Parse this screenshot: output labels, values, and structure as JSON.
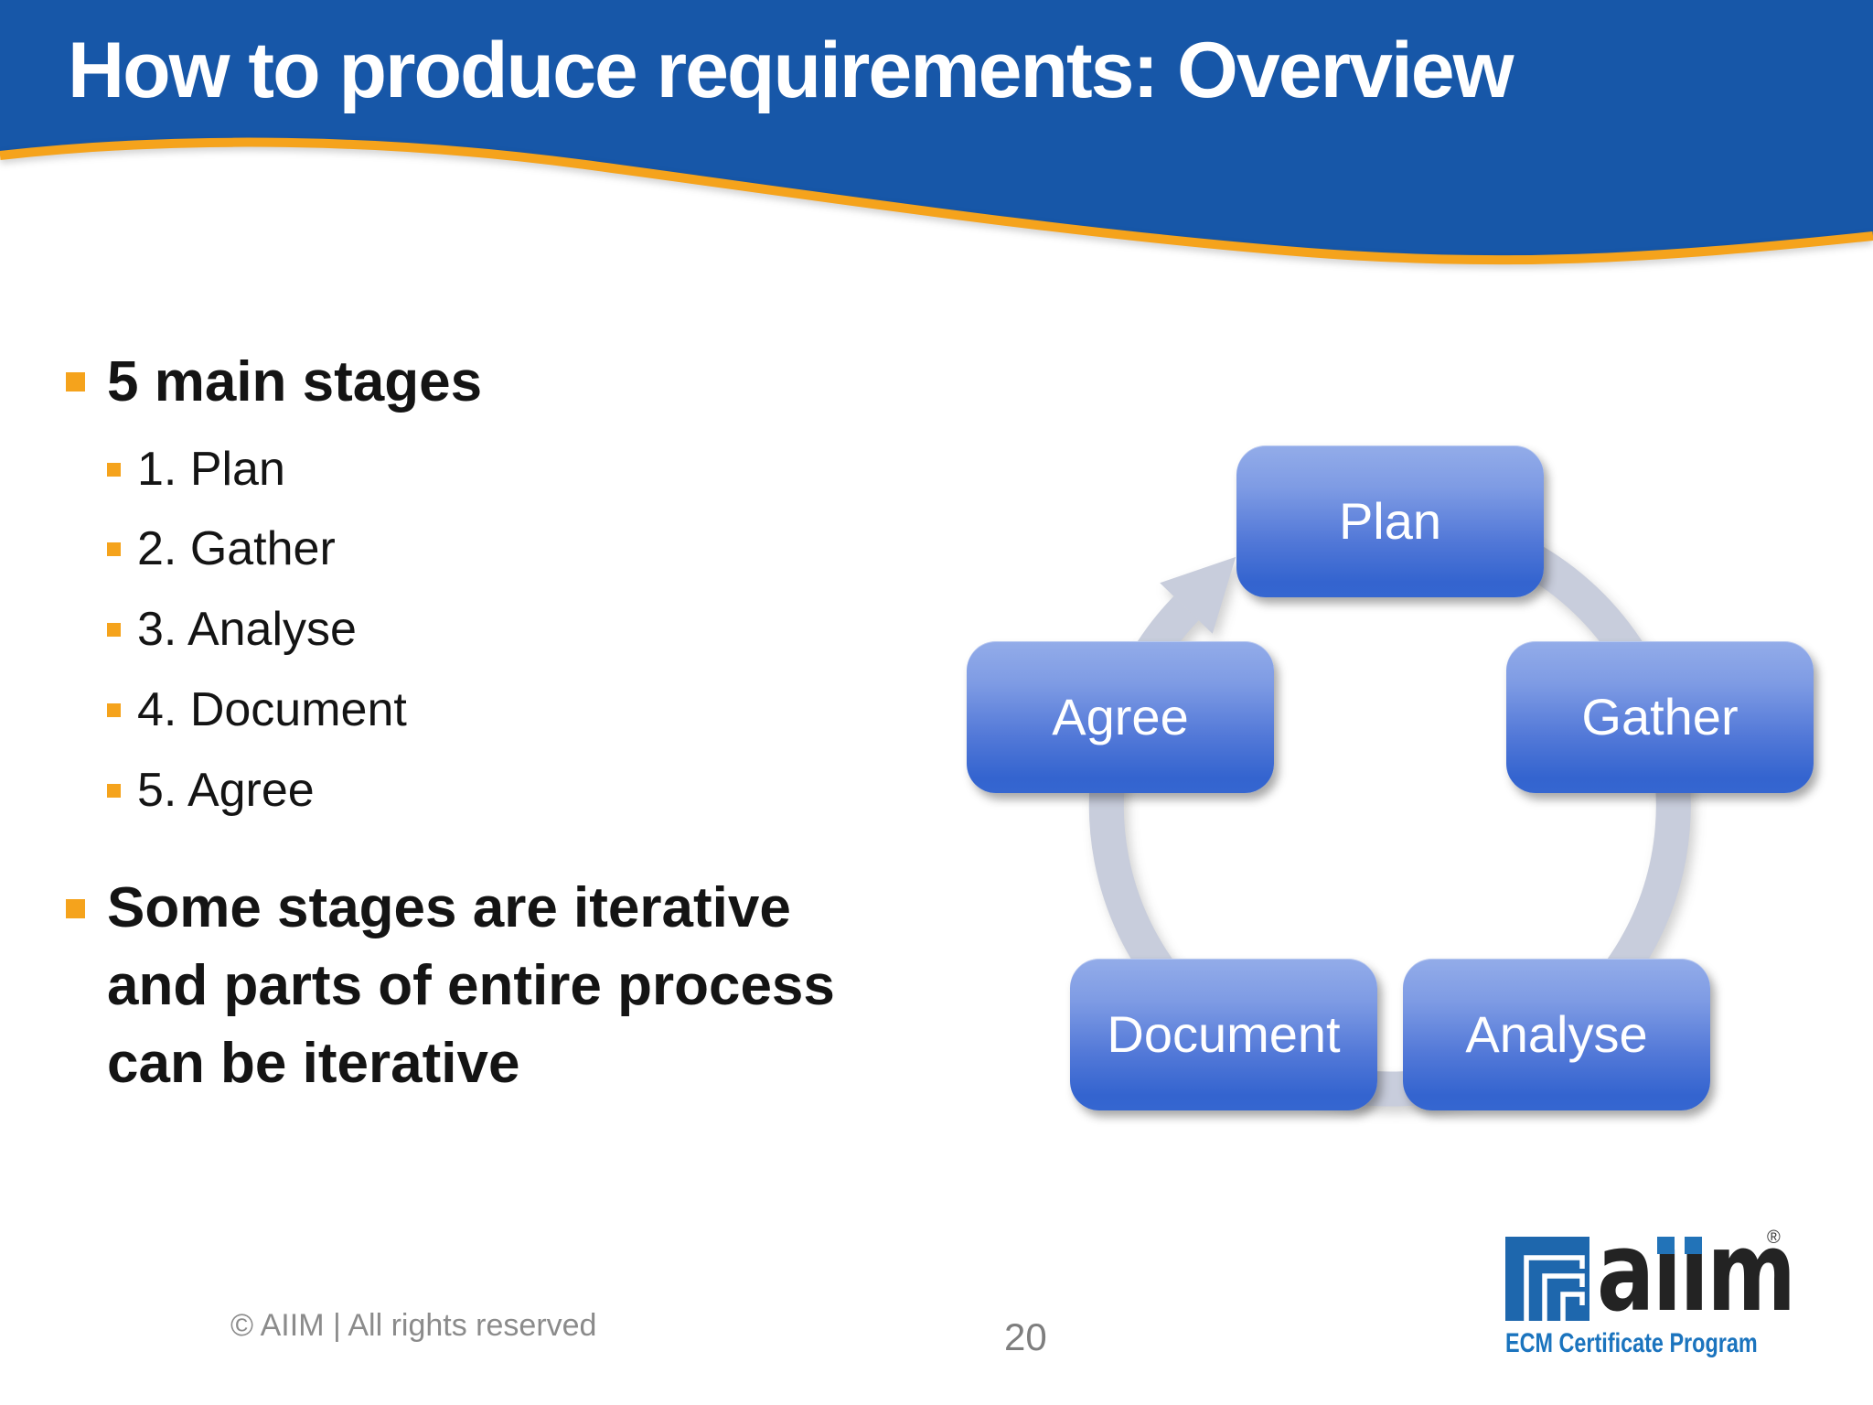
{
  "header": {
    "title": "How to produce requirements: Overview"
  },
  "content": {
    "bullet1": "5 main stages",
    "sub_bullets": [
      "1. Plan",
      "2. Gather",
      "3. Analyse",
      "4. Document",
      "5. Agree"
    ],
    "bullet2_lines": [
      "Some stages are iterative",
      "and parts of entire process",
      "can be iterative"
    ]
  },
  "diagram": {
    "type": "cycle",
    "direction": "clockwise",
    "stages": [
      "Plan",
      "Gather",
      "Analyse",
      "Document",
      "Agree"
    ]
  },
  "footer": {
    "copyright": "© AIIM | All rights reserved",
    "page_number": "20",
    "logo": {
      "wordmark": "aiim",
      "registered": "®",
      "subtitle": "ECM Certificate Program",
      "wordmark_render": {
        "a": "a",
        "i_stems": "ıı",
        "m": "m"
      }
    }
  },
  "colors": {
    "header_blue": "#1757A8",
    "accent_orange": "#F5A31C",
    "box_blue_top": "#93ACE9",
    "box_blue_bottom": "#3464CF",
    "ring_gray": "#C8CDDC",
    "logo_blue": "#1E67AD",
    "ecm_blue": "#1B74BE",
    "footer_gray": "#8B8B8B",
    "text_black": "#141414"
  }
}
